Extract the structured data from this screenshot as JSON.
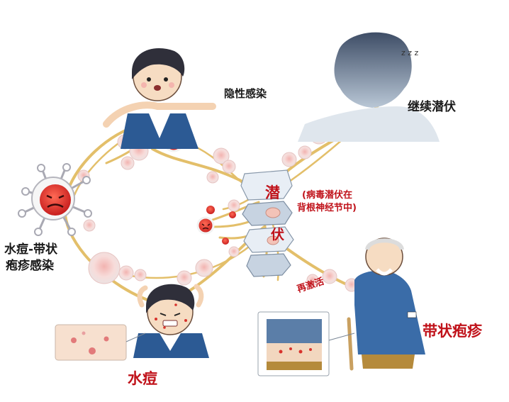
{
  "labels": {
    "latent_infection": "隐性感染",
    "continued_latency": "继续潜伏",
    "vzv_infection_line1": "水痘-带状",
    "vzv_infection_line2": "疱疹感染",
    "latent_char1": "潜",
    "latent_char2": "伏",
    "latency_note_line1": "(病毒潜伏在",
    "latency_note_line2": "背根神经节中)",
    "reactivation": "再激活",
    "chickenpox": "水痘",
    "shingles": "带状疱疹"
  },
  "colors": {
    "nerve": "#e3bf6a",
    "virus": "#d8322c",
    "label_red": "#c0121a",
    "label_black": "#1a1a1a",
    "vesicle": "#f3dad8"
  }
}
